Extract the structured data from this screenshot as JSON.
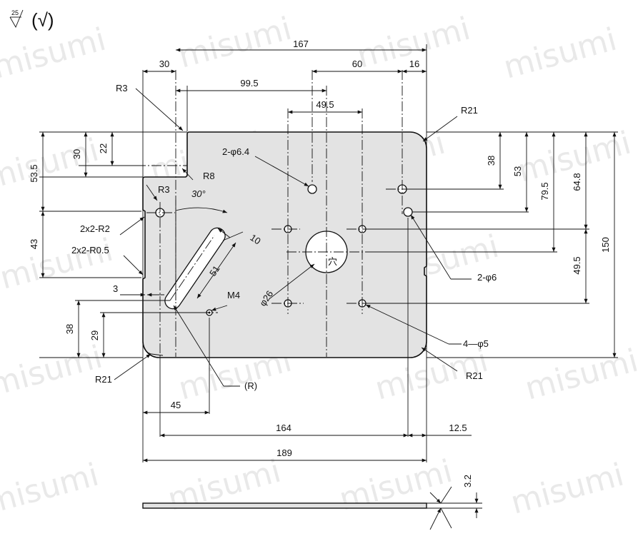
{
  "surface_symbol": {
    "roughness_value": "25",
    "general_symbol": "(√)"
  },
  "watermark": {
    "text": "misumi",
    "color": "#e9e9e9"
  },
  "dimensions": {
    "overall_top_width": "167",
    "left_offset_30": "30",
    "right_offset_16": "16",
    "span_60": "60",
    "span_99_5": "99.5",
    "span_49_5_top": "49.5",
    "corner_r3_top": "R3",
    "corner_r21_top_right": "R21",
    "hole_2_phi6_4": "2-φ6.4",
    "notch_r8": "R8",
    "notch_r3": "R3",
    "angle_30": "30°",
    "slot_width_10": "10",
    "slot_length_51": "51",
    "notch_2x2_r2": "2x2-R2",
    "notch_2x2_r0_5": "2x2-R0.5",
    "notch_depth_3": "3",
    "tap_m4": "M4",
    "center_hole_phi26": "φ26",
    "center_hole_label": "穴",
    "hole_2_phi6": "2-φ6",
    "hole_4_phi5": "4—φ5",
    "corner_r21_bottom_left": "R21",
    "corner_r21_bottom_right": "R21",
    "slot_end_r": "(R)",
    "left_53_5": "53.5",
    "left_30": "30",
    "left_22": "22",
    "left_43": "43",
    "left_38": "38",
    "left_29": "29",
    "right_38": "38",
    "right_53": "53",
    "right_79_5": "79.5",
    "right_64_8": "64.8",
    "right_49_5": "49.5",
    "right_150": "150",
    "bottom_45": "45",
    "bottom_164": "164",
    "bottom_12_5": "12.5",
    "bottom_189": "189",
    "thickness_3_2": "3.2"
  }
}
